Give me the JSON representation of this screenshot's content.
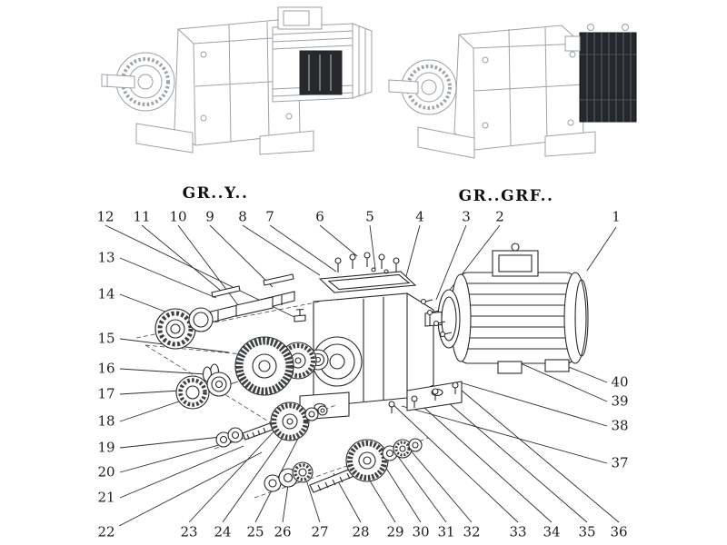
{
  "titles": {
    "left": "GR..Y..",
    "right": "GR..GRF.."
  },
  "callouts": {
    "top": [
      "12",
      "11",
      "10",
      "9",
      "8",
      "7",
      "6",
      "5",
      "4",
      "3",
      "2",
      "1"
    ],
    "left": [
      "13",
      "14",
      "15",
      "16",
      "17",
      "18",
      "19",
      "20",
      "21",
      "22"
    ],
    "bottom": [
      "23",
      "24",
      "25",
      "26",
      "27",
      "28",
      "29",
      "30",
      "31",
      "32",
      "33",
      "34",
      "35",
      "36"
    ],
    "right": [
      "40",
      "39",
      "38",
      "37"
    ]
  },
  "colors": {
    "ink": "#26292c",
    "faint_line": "#9aa1a7",
    "dark_fill": "#24272b"
  }
}
